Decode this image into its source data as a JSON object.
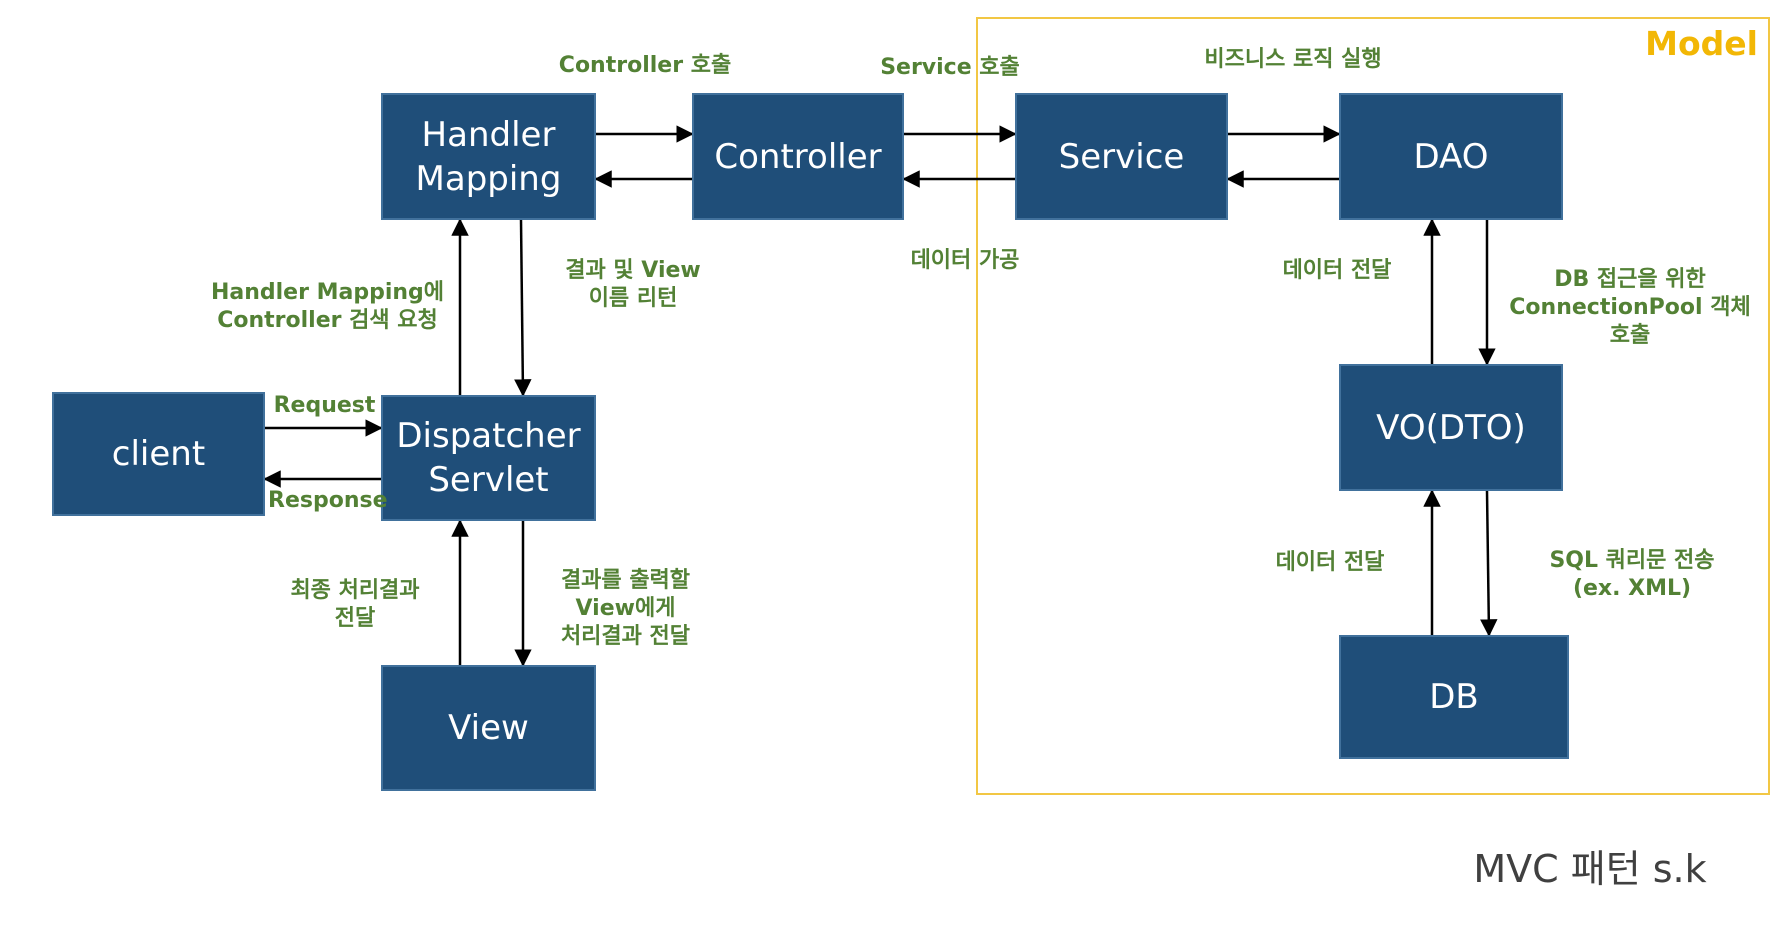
{
  "diagram": {
    "model_label": "Model",
    "caption": "MVC 패턴 s.k",
    "nodes": {
      "client": "client",
      "dispatcher": "Dispatcher\nServlet",
      "handler_mapping": "Handler\nMapping",
      "controller": "Controller",
      "service": "Service",
      "dao": "DAO",
      "vo": "VO(DTO)",
      "db": "DB",
      "view": "View"
    },
    "edge_labels": {
      "controller_call": "Controller 호출",
      "service_call": "Service 호출",
      "business_logic": "비즈니스 로직 실행",
      "data_processing": "데이터 가공",
      "data_transfer_dao": "데이터 전달",
      "db_connection": "DB 접근을 위한\nConnectionPool 객체\n호출",
      "data_transfer_db": "데이터 전달",
      "sql_query": "SQL 쿼리문 전송\n(ex. XML)",
      "result_view_return": "결과 및 View\n이름 리턴",
      "handler_search": "Handler Mapping에\nController 검색 요청",
      "request": "Request",
      "response": "Response",
      "final_result": "최종 처리결과\n전달",
      "view_output": "결과를 출력할\nView에게\n처리결과 전달"
    },
    "colors": {
      "node_fill": "#1f4e79",
      "node_border": "#41719c",
      "label_text": "#538135",
      "model_frame": "#f2c744",
      "model_label": "#f2b705",
      "arrow": "#000000"
    }
  }
}
